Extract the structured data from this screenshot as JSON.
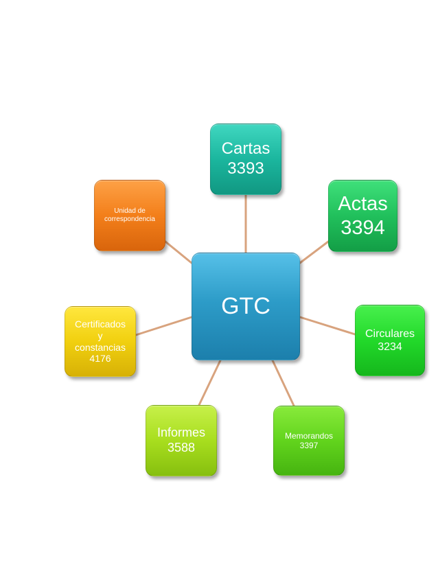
{
  "diagram": {
    "link_color": "#d8a37e",
    "center": {
      "label": "GTC",
      "color": "#2d9cc8"
    },
    "nodes": [
      {
        "id": "cartas",
        "label": "Cartas\n3393",
        "color": "#1bb69e"
      },
      {
        "id": "actas",
        "label": "Actas\n3394",
        "color": "#21c05c"
      },
      {
        "id": "circulares",
        "label": "Circulares\n3234",
        "color": "#22d92a"
      },
      {
        "id": "memorandos",
        "label": "Memorandos\n3397",
        "color": "#62d41d"
      },
      {
        "id": "informes",
        "label": "Informes\n3588",
        "color": "#a8de1e"
      },
      {
        "id": "certificados",
        "label": "Certificados\ny\nconstancias\n4176",
        "color": "#f1d00f"
      },
      {
        "id": "unidad",
        "label": "Unidad de\ncorrespondencia",
        "color": "#f37f1a"
      }
    ]
  }
}
